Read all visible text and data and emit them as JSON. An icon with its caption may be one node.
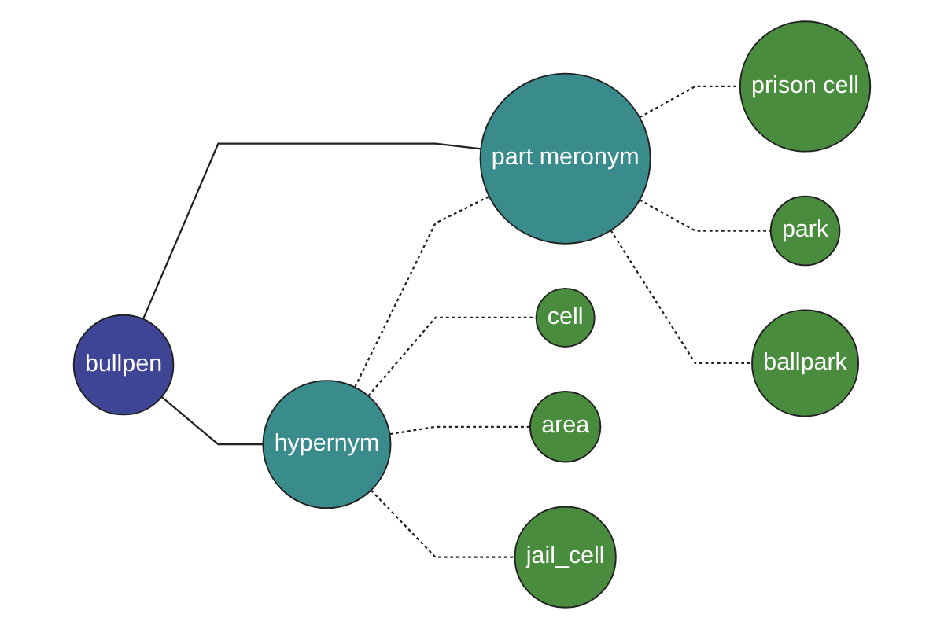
{
  "diagram": {
    "nodes": [
      {
        "text": [
          "bullpen"
        ]
      },
      {
        "text": [
          "hypernym"
        ]
      },
      {
        "text": [
          "part meronym"
        ]
      },
      {
        "text": [
          "cell"
        ]
      },
      {
        "text": [
          "area"
        ]
      },
      {
        "text": [
          "jail_cell"
        ]
      },
      {
        "text": [
          "prison cell"
        ]
      },
      {
        "text": [
          "park"
        ]
      },
      {
        "text": [
          "ballpark"
        ]
      }
    ],
    "edges": [
      {
        "from": 0,
        "to": 1,
        "arrow": "none"
      },
      {
        "from": 0,
        "to": 2,
        "arrow": "none"
      },
      {
        "from": 1,
        "to": 3,
        "arrow": "none",
        "style": "dashed"
      },
      {
        "from": 1,
        "to": 4,
        "arrow": "none",
        "style": "dashed"
      },
      {
        "from": 1,
        "to": 5,
        "arrow": "none",
        "style": "dashed"
      },
      {
        "from": 1,
        "to": 2,
        "arrow": "none",
        "style": "dashed"
      },
      {
        "from": 2,
        "to": 6,
        "arrow": "none",
        "style": "dashed"
      },
      {
        "from": 2,
        "to": 7,
        "arrow": "none",
        "style": "dashed"
      },
      {
        "from": 2,
        "to": 8,
        "arrow": "none",
        "style": "dashed"
      }
    ]
  }
}
